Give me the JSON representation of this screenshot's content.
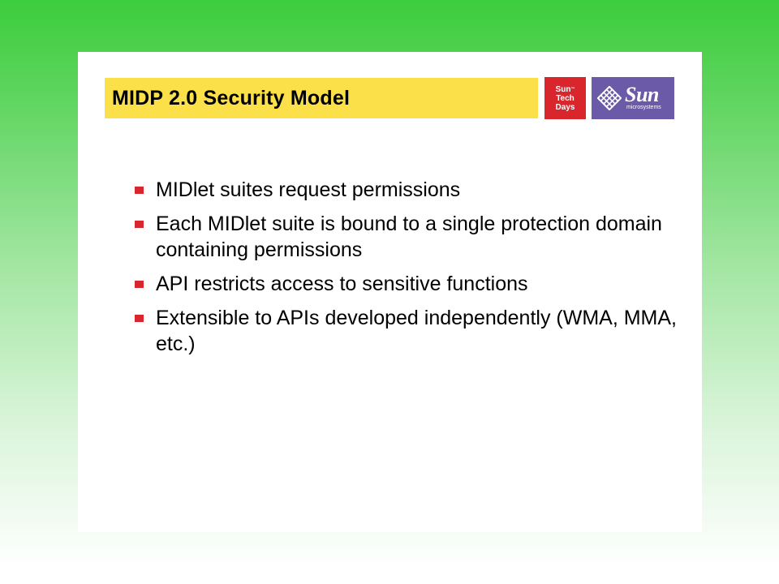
{
  "slide": {
    "title": "MIDP 2.0 Security Model",
    "logos": {
      "tech_days": [
        "Sun",
        "Tech",
        "Days"
      ],
      "tech_days_tm": "™",
      "sun_name": "Sun",
      "sun_sub": "microsystems"
    },
    "bullets": [
      "MIDlet suites request permissions",
      "Each MIDlet suite is bound to a single protection domain containing permissions",
      "API restricts access to sensitive functions",
      "Extensible to APIs developed independently (WMA, MMA, etc.)"
    ]
  },
  "colors": {
    "title_bar": "#fce04a",
    "bullet_marker": "#d8262c",
    "tech_days_logo": "#d8262c",
    "sun_logo": "#6b5aa8",
    "background_top": "#3ccd3c"
  }
}
